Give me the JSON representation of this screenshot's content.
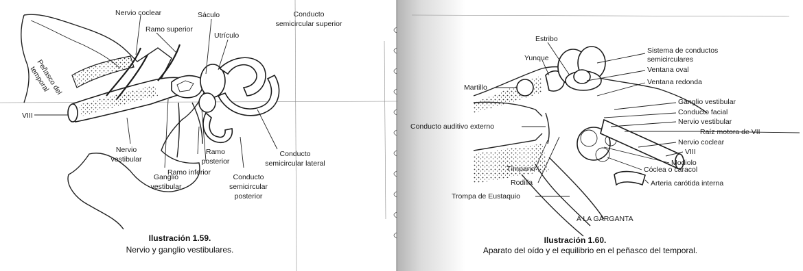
{
  "figure_left": {
    "labels": {
      "nervio_coclear": "Nervio coclear",
      "ramo_superior": "Ramo superior",
      "saculo": "Sáculo",
      "utriculo": "Utrículo",
      "cond_sup_1": "Conducto",
      "cond_sup_2": "semicircular superior",
      "penasco_1": "Peñasco del",
      "penasco_2": "temporal",
      "viii": "VIII",
      "nervio_vest_1": "Nervio",
      "nervio_vest_2": "vestibular",
      "ramo_post_1": "Ramo",
      "ramo_post_2": "posterior",
      "cond_lat_1": "Conducto",
      "cond_lat_2": "semicircular lateral",
      "ramo_inferior": "Ramo inferior",
      "ganglio_1": "Ganglio",
      "ganglio_2": "vestibular",
      "cond_post_1": "Conducto",
      "cond_post_2": "semicircular",
      "cond_post_3": "posterior"
    },
    "caption_title": "Ilustración 1.59.",
    "caption_text": "Nervio y ganglio vestibulares."
  },
  "figure_right": {
    "labels": {
      "estribo": "Estribo",
      "yunque": "Yunque",
      "sistema_1": "Sistema de conductos",
      "sistema_2": "semicirculares",
      "ventana_oval": "Ventana oval",
      "martillo": "Martillo",
      "ventana_redonda": "Ventana redonda",
      "ganglio_vest": "Ganglio vestibular",
      "conducto_facial": "Conducto facial",
      "conducto_auditivo": "Conducto auditivo externo",
      "nervio_vest": "Nervio vestibular",
      "raiz_motora": "Raíz motora de VII",
      "nervio_coclear": "Nervio coclear",
      "viii": "VIII",
      "modiolo": "Modiolo",
      "timpano": "Tímpano",
      "coclea": "Cóclea o caracol",
      "rodilla": "Rodilla",
      "arteria": "Arteria carótida interna",
      "trompa": "Trompa de Eustaquio",
      "garganta": "A LA GARGANTA"
    },
    "caption_title": "Ilustración 1.60.",
    "caption_text": "Aparato del oído y el equilibrio en el peñasco del temporal."
  }
}
